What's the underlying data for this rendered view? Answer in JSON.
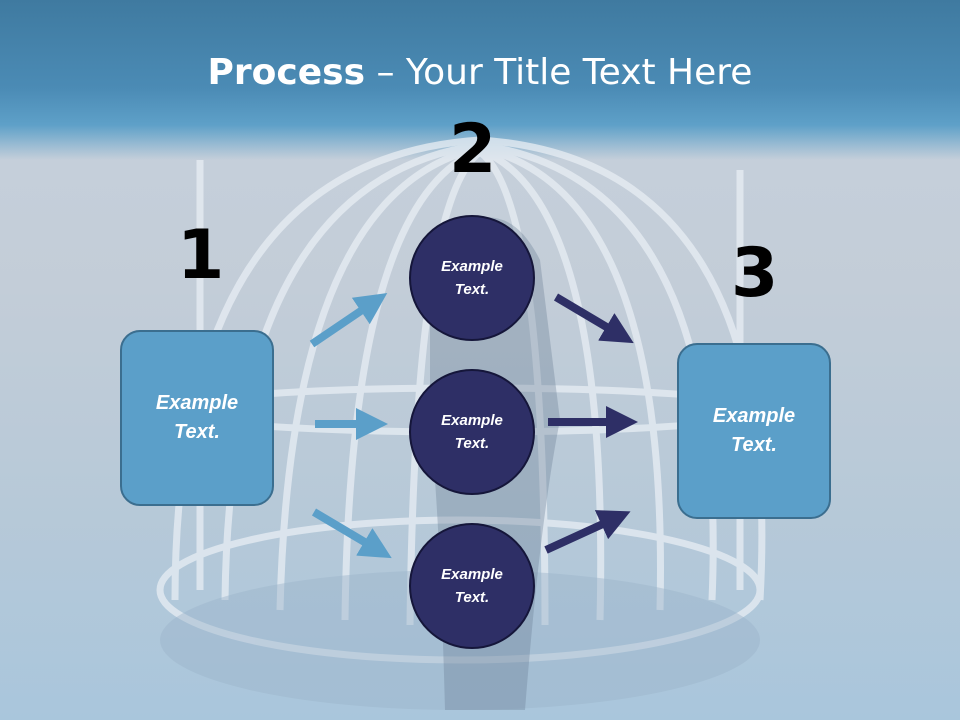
{
  "title": {
    "bold": "Process",
    "rest": " – Your Title Text Here"
  },
  "steps": {
    "one": "1",
    "two": "2",
    "three": "3"
  },
  "left_box": {
    "text": "Example Text."
  },
  "right_box": {
    "text": "Example Text."
  },
  "circles": [
    {
      "text": "Example Text."
    },
    {
      "text": "Example Text."
    },
    {
      "text": "Example Text."
    }
  ],
  "colors": {
    "title_band": "#4b8bb5",
    "box_fill": "#5b9fc9",
    "circle_fill": "#2e2f66",
    "light_arrow": "#5b9fc9",
    "dark_arrow": "#2e2f66"
  }
}
